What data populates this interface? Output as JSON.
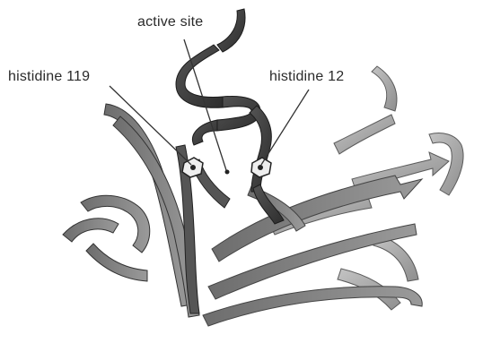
{
  "labels": {
    "active_site": "active site",
    "histidine_119": "histidine 119",
    "histidine_12": "histidine 12"
  },
  "colors": {
    "helix_dark": "#3a3a3a",
    "strand_mid": "#7c7c7c",
    "strand_light": "#a9a9a9",
    "side_chain": "#e6e6e6",
    "leader_line": "#333333"
  }
}
